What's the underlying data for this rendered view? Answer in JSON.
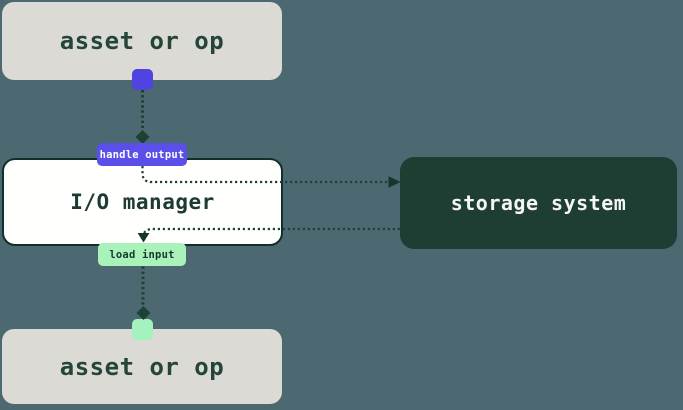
{
  "diagram": {
    "nodes": {
      "asset_top": {
        "label": "asset or op"
      },
      "io_manager": {
        "label": "I/O manager"
      },
      "storage_system": {
        "label": "storage system"
      },
      "asset_bottom": {
        "label": "asset or op"
      }
    },
    "edges": {
      "handle_output": {
        "label": "handle output",
        "from": "asset or op",
        "to": "storage system"
      },
      "load_input": {
        "label": "load input",
        "from": "storage system",
        "to": "asset or op"
      }
    },
    "colors": {
      "background": "#4c6971",
      "asset_box_bg": "#dcdad4",
      "asset_box_text": "#23453a",
      "io_box_bg": "#fffffe",
      "io_box_border": "#12302a",
      "storage_box_bg": "#1f3e33",
      "storage_box_text": "#f3f6f4",
      "output_port": "#5044e0",
      "handle_output_badge_bg": "#5a4fe8",
      "handle_output_badge_text": "#ffffff",
      "input_port": "#a4f2bd",
      "load_input_badge_bg": "#a9f3ba",
      "load_input_badge_text": "#17382d",
      "connector_line": "#1f4034",
      "arrowhead": "#16352b",
      "diamond": "#1d4134"
    }
  }
}
